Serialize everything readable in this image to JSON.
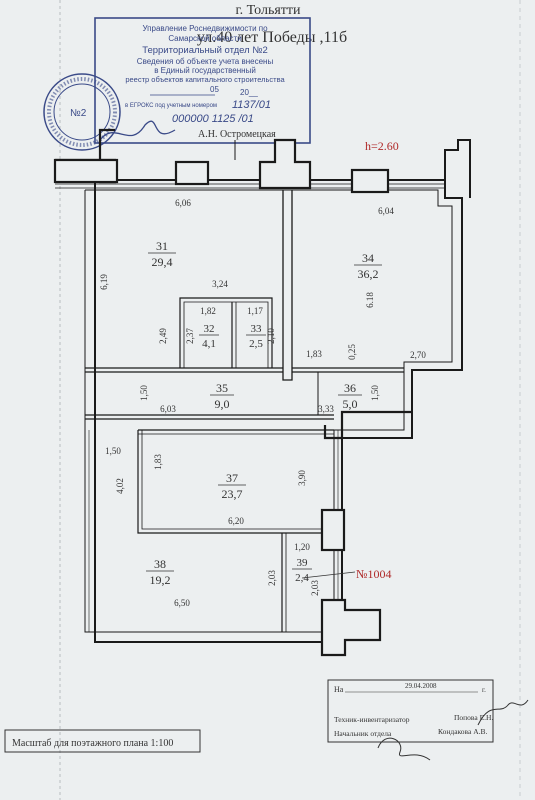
{
  "header": {
    "city": "г. Тольятти",
    "address": "ул.40 лет Победы ,11б"
  },
  "stamp": {
    "line1": "Управление Роснедвижимости по",
    "line2": "Самарской области",
    "line3": "Территориальный отдел №2",
    "line4": "Сведения об объекте учета внесены",
    "line5": "в Единый государственный",
    "line6": "реестр объектов капитального строительства",
    "date_day": "05",
    "date_year": "20__",
    "reg_label": "в ЕГРОКС под учетным номером",
    "reg_number": "1137/01",
    "number2": "000000 1125 /01",
    "signer": "А.Н. Остромецкая"
  },
  "plan": {
    "height_label": "h=2.60",
    "rooms": [
      {
        "id": "31",
        "area": "29,4"
      },
      {
        "id": "32",
        "area": "4,1"
      },
      {
        "id": "33",
        "area": "2,5"
      },
      {
        "id": "34",
        "area": "36,2"
      },
      {
        "id": "35",
        "area": "9,0"
      },
      {
        "id": "36",
        "area": "5,0"
      },
      {
        "id": "37",
        "area": "23,7"
      },
      {
        "id": "38",
        "area": "19,2"
      },
      {
        "id": "39",
        "area": "2,4"
      }
    ],
    "dimensions": {
      "d606": "6,06",
      "d604": "6,04",
      "d619": "6,19",
      "d324": "3,24",
      "d618": "6.18",
      "d182": "1,82",
      "d117": "1,17",
      "d249": "2,49",
      "d237": "2,37",
      "d210": "2,10",
      "d183a": "1,83",
      "d025": "0,25",
      "d270": "2,70",
      "d150a": "1,50",
      "d603": "6,03",
      "d333": "3,33",
      "d150b": "1,50",
      "d150c": "1,50",
      "d402": "4,02",
      "d183b": "1,83",
      "d390": "3,90",
      "d620": "6,20",
      "d120": "1,20",
      "d203a": "2,03",
      "d203b": "2,03",
      "d650": "6,50"
    },
    "premise_number": "№1004"
  },
  "footer": {
    "na_label": "На",
    "date": "29.04.2008",
    "year_suffix": "г.",
    "technician_label": "Техник-инвентаризатор",
    "technician_name": "Попова Е.Н.",
    "chief_label": "Начальник отдела",
    "chief_name": "Кондакова А.В."
  },
  "scale": {
    "label": "Масштаб для поэтажного плана 1:100"
  },
  "colors": {
    "sheet": "#eceff0",
    "background": "#8e9196",
    "wall": "#1a1a1a",
    "stamp_blue": "#3a4a88",
    "red": "#b02a2a"
  }
}
